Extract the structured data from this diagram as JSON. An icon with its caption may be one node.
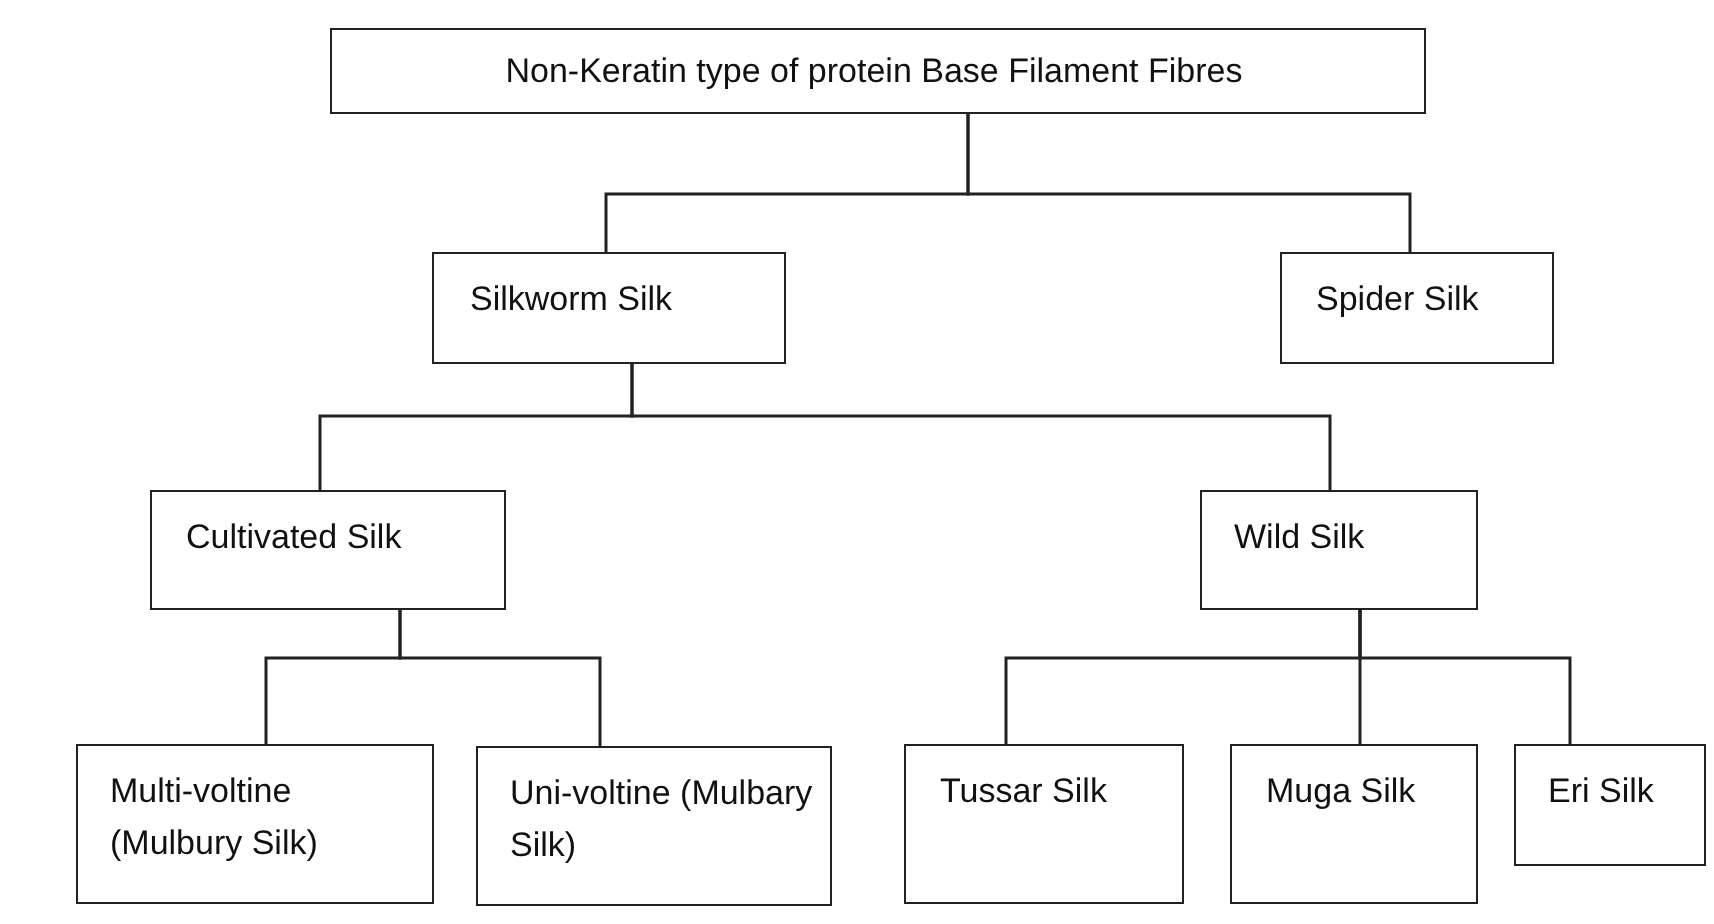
{
  "diagram": {
    "nodes": [
      {
        "text": [
          "Non-Keratin type of protein Base Filament Fibres"
        ]
      },
      {
        "text": [
          "Silkworm Silk"
        ]
      },
      {
        "text": [
          "Spider Silk"
        ]
      },
      {
        "text": [
          "Cultivated Silk"
        ]
      },
      {
        "text": [
          "Wild Silk"
        ]
      },
      {
        "text": [
          "Multi-voltine (Mulbury Silk)"
        ]
      },
      {
        "text": [
          "Uni-voltine (Mulbary Silk)"
        ]
      },
      {
        "text": [
          "Tussar Silk"
        ]
      },
      {
        "text": [
          "Muga Silk"
        ]
      },
      {
        "text": [
          "Eri Silk"
        ]
      }
    ],
    "edges": [
      {
        "from": 0,
        "to": 1,
        "arrow": "none"
      },
      {
        "from": 0,
        "to": 2,
        "arrow": "none"
      },
      {
        "from": 1,
        "to": 3,
        "arrow": "none"
      },
      {
        "from": 1,
        "to": 4,
        "arrow": "none"
      },
      {
        "from": 3,
        "to": 5,
        "arrow": "none"
      },
      {
        "from": 3,
        "to": 6,
        "arrow": "none"
      },
      {
        "from": 4,
        "to": 7,
        "arrow": "none"
      },
      {
        "from": 4,
        "to": 8,
        "arrow": "none"
      },
      {
        "from": 4,
        "to": 9,
        "arrow": "none"
      }
    ]
  }
}
